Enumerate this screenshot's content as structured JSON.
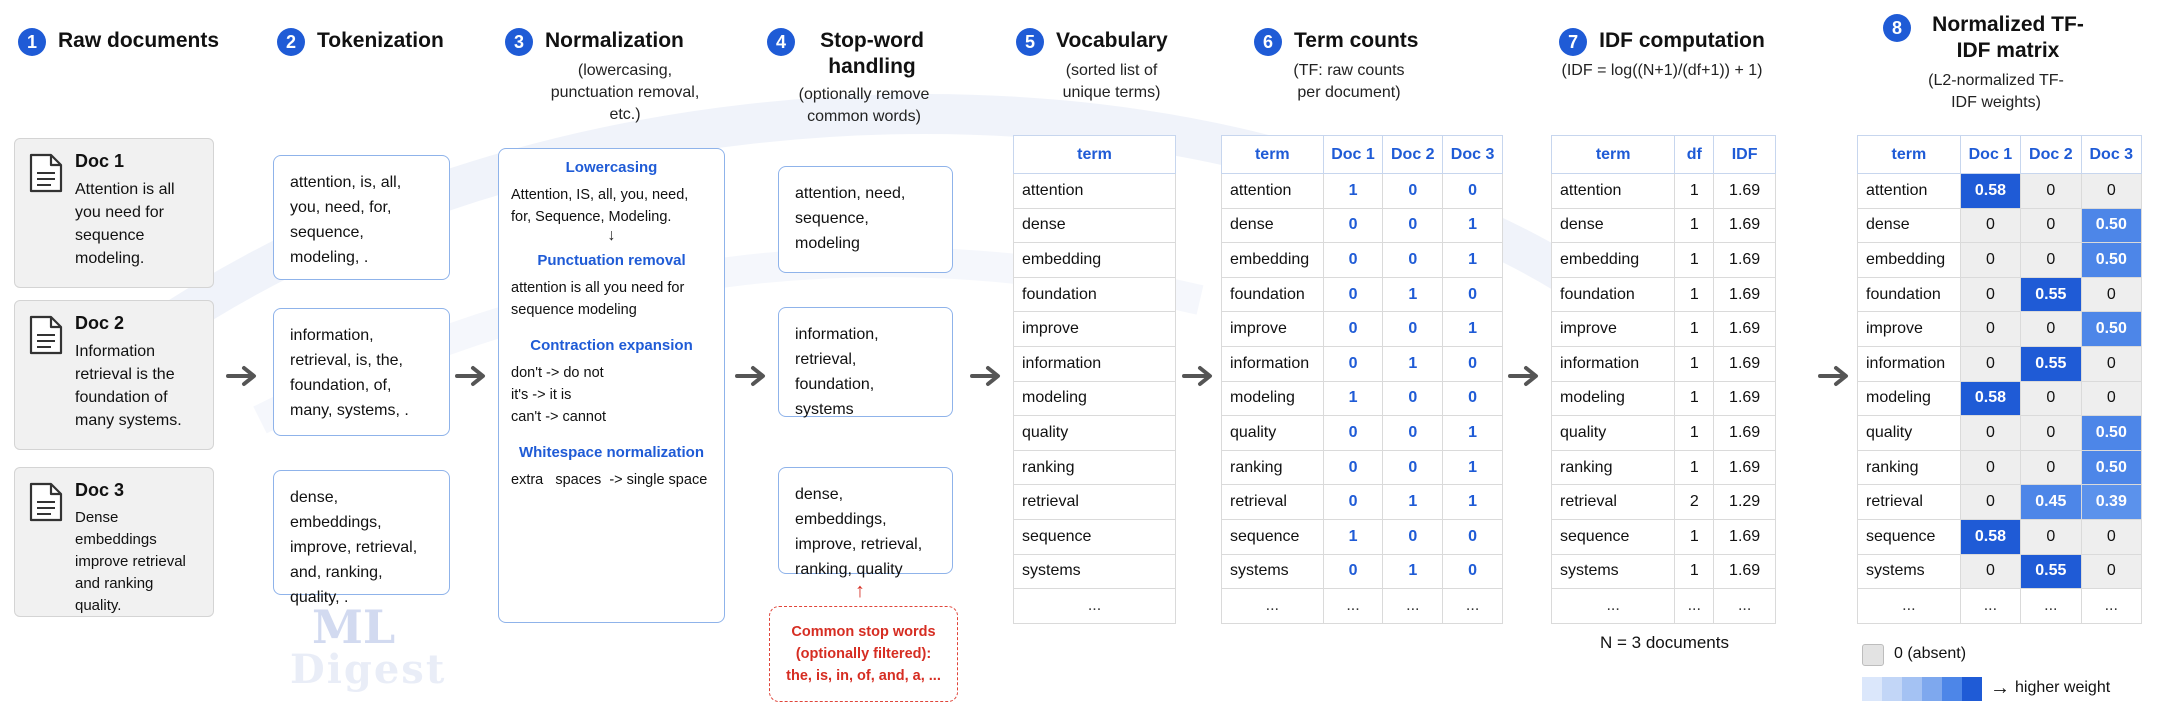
{
  "steps": [
    {
      "num": "1",
      "title": "Raw documents",
      "sub": ""
    },
    {
      "num": "2",
      "title": "Tokenization",
      "sub": ""
    },
    {
      "num": "3",
      "title": "Normalization",
      "sub": "(lowercasing, punctuation removal, etc.)"
    },
    {
      "num": "4",
      "title": "Stop-word handling",
      "sub": "(optionally remove common words)"
    },
    {
      "num": "5",
      "title": "Vocabulary",
      "sub": "(sorted list of unique terms)"
    },
    {
      "num": "6",
      "title": "Term counts",
      "sub": "(TF: raw counts per document)"
    },
    {
      "num": "7",
      "title": "IDF computation",
      "sub": "(IDF = log((N+1)/(df+1)) + 1)"
    },
    {
      "num": "8",
      "title": "Normalized TF-IDF matrix",
      "sub": "(L2-normalized TF-IDF weights)"
    }
  ],
  "docs": [
    {
      "name": "Doc 1",
      "text": "Attention is all you need for sequence modeling."
    },
    {
      "name": "Doc 2",
      "text": "Information retrieval is the foundation of many systems."
    },
    {
      "name": "Doc 3",
      "text": "Dense embeddings improve retrieval and ranking quality."
    }
  ],
  "tokens": [
    "attention, is, all, you, need, for, sequence, modeling, .",
    "information, retrieval, is, the, foundation, of, many, systems, .",
    "dense, embeddings, improve, retrieval, and, ranking, quality, ."
  ],
  "normalization": {
    "lower_h": "Lowercasing",
    "lower_t": "Attention, IS, all, you, need, for, Sequence, Modeling.",
    "down_arrow": "↓",
    "punct_h": "Punctuation removal",
    "punct_t": "attention is all you need for sequence modeling",
    "contr_h": "Contraction expansion",
    "contr_1": "don't -> do not",
    "contr_2": "it's -> it is",
    "contr_3": "can't -> cannot",
    "ws_h": "Whitespace normalization",
    "ws_t": "extra   spaces  -> single space"
  },
  "stopword_results": [
    "attention, need, sequence, modeling",
    "information, retrieval, foundation, systems",
    "dense, embeddings, improve, retrieval, ranking, quality"
  ],
  "stop_note": {
    "up_arrow": "↑",
    "line1": "Common stop words",
    "line2": "(optionally filtered):",
    "line3": "the, is, in, of, and, a, ..."
  },
  "vocab": {
    "header": "term",
    "terms": [
      "attention",
      "dense",
      "embedding",
      "foundation",
      "improve",
      "information",
      "modeling",
      "quality",
      "ranking",
      "retrieval",
      "sequence",
      "systems"
    ],
    "ellipsis": "..."
  },
  "counts": {
    "headers": [
      "term",
      "Doc 1",
      "Doc 2",
      "Doc 3"
    ],
    "rows": [
      [
        "attention",
        "1",
        "0",
        "0"
      ],
      [
        "dense",
        "0",
        "0",
        "1"
      ],
      [
        "embedding",
        "0",
        "0",
        "1"
      ],
      [
        "foundation",
        "0",
        "1",
        "0"
      ],
      [
        "improve",
        "0",
        "0",
        "1"
      ],
      [
        "information",
        "0",
        "1",
        "0"
      ],
      [
        "modeling",
        "1",
        "0",
        "0"
      ],
      [
        "quality",
        "0",
        "0",
        "1"
      ],
      [
        "ranking",
        "0",
        "0",
        "1"
      ],
      [
        "retrieval",
        "0",
        "1",
        "1"
      ],
      [
        "sequence",
        "1",
        "0",
        "0"
      ],
      [
        "systems",
        "0",
        "1",
        "0"
      ]
    ],
    "ellipsis": "..."
  },
  "idf": {
    "headers": [
      "term",
      "df",
      "IDF"
    ],
    "rows": [
      [
        "attention",
        "1",
        "1.69"
      ],
      [
        "dense",
        "1",
        "1.69"
      ],
      [
        "embedding",
        "1",
        "1.69"
      ],
      [
        "foundation",
        "1",
        "1.69"
      ],
      [
        "improve",
        "1",
        "1.69"
      ],
      [
        "information",
        "1",
        "1.69"
      ],
      [
        "modeling",
        "1",
        "1.69"
      ],
      [
        "quality",
        "1",
        "1.69"
      ],
      [
        "ranking",
        "1",
        "1.69"
      ],
      [
        "retrieval",
        "2",
        "1.29"
      ],
      [
        "sequence",
        "1",
        "1.69"
      ],
      [
        "systems",
        "1",
        "1.69"
      ]
    ],
    "ellipsis": "...",
    "note": "N = 3 documents"
  },
  "tfidf": {
    "headers": [
      "term",
      "Doc 1",
      "Doc 2",
      "Doc 3"
    ],
    "rows": [
      [
        "attention",
        "0.58",
        "0",
        "0"
      ],
      [
        "dense",
        "0",
        "0",
        "0.50"
      ],
      [
        "embedding",
        "0",
        "0",
        "0.50"
      ],
      [
        "foundation",
        "0",
        "0.55",
        "0"
      ],
      [
        "improve",
        "0",
        "0",
        "0.50"
      ],
      [
        "information",
        "0",
        "0.55",
        "0"
      ],
      [
        "modeling",
        "0.58",
        "0",
        "0"
      ],
      [
        "quality",
        "0",
        "0",
        "0.50"
      ],
      [
        "ranking",
        "0",
        "0",
        "0.50"
      ],
      [
        "retrieval",
        "0",
        "0.45",
        "0.39"
      ],
      [
        "sequence",
        "0.58",
        "0",
        "0"
      ],
      [
        "systems",
        "0",
        "0.55",
        "0"
      ]
    ],
    "ellipsis": "..."
  },
  "legend": {
    "absent": "0 (absent)",
    "higher": "higher weight",
    "arrow": "→"
  },
  "watermark": {
    "line1": "ML",
    "line2": "Digest"
  },
  "colors": {
    "accent": "#1f5bd6",
    "stop_red": "#d62d22",
    "heat_high": "#1f5bd6",
    "heat_mid": "#4d86e8",
    "absent": "#eeeeee"
  }
}
